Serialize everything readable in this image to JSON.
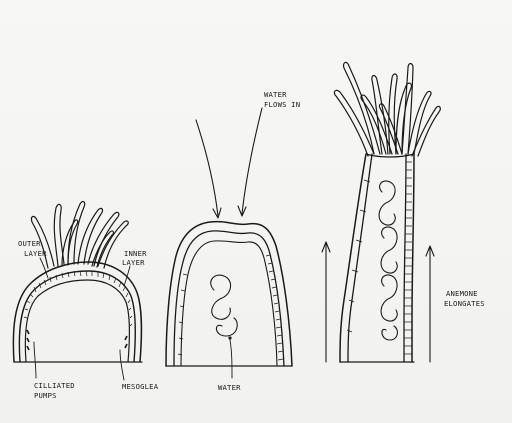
{
  "figure": {
    "stages": [
      {
        "id": "stage-1",
        "labels": {
          "outer_layer_1": "OUTER",
          "outer_layer_2": "LAYER",
          "inner_layer_1": "INNER",
          "inner_layer_2": "LAYER",
          "ciliated_pumps_1": "CILLIATED",
          "ciliated_pumps_2": "PUMPS",
          "mesoglea": "MESOGLEA"
        }
      },
      {
        "id": "stage-2",
        "labels": {
          "water_flows_in_1": "WATER",
          "water_flows_in_2": "FLOWS IN",
          "water": "WATER"
        }
      },
      {
        "id": "stage-3",
        "labels": {
          "anemone_elongates_1": "ANEMONE",
          "anemone_elongates_2": "ELONGATES"
        }
      }
    ],
    "colors": {
      "ink": "#1b1b1b",
      "paper": "#f4f4f2"
    }
  }
}
